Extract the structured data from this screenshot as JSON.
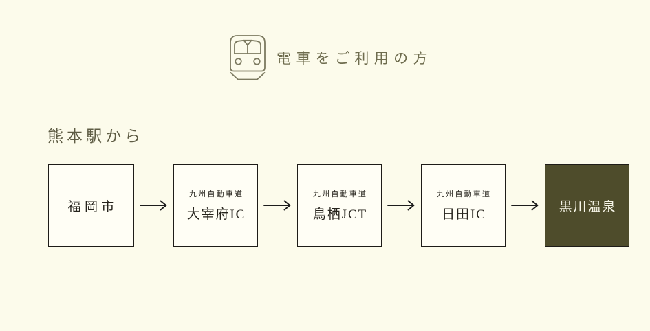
{
  "header": {
    "icon": "train-front-icon",
    "title": "電車をご利用の方"
  },
  "section": {
    "label": "熊本駅から"
  },
  "route": {
    "arrow_icon": "right-arrow-icon",
    "steps": [
      {
        "sub": "",
        "label": "福岡市",
        "highlight": false
      },
      {
        "sub": "九州自動車道",
        "label": "大宰府IC",
        "highlight": false
      },
      {
        "sub": "九州自動車道",
        "label": "鳥栖JCT",
        "highlight": false
      },
      {
        "sub": "九州自動車道",
        "label": "日田IC",
        "highlight": false
      },
      {
        "sub": "",
        "label": "黒川温泉",
        "highlight": true
      }
    ]
  },
  "colors": {
    "background": "#fcfbeb",
    "box_bg": "#fffef5",
    "box_border": "#1e1c18",
    "box_text": "#26231c",
    "highlight_bg": "#4e4c2b",
    "highlight_text": "#f6f5e7",
    "accent_text": "#6e6c4e",
    "icon_stroke": "#7c7a60",
    "section_text": "#5e5c44",
    "arrow": "#1c1c1c"
  }
}
